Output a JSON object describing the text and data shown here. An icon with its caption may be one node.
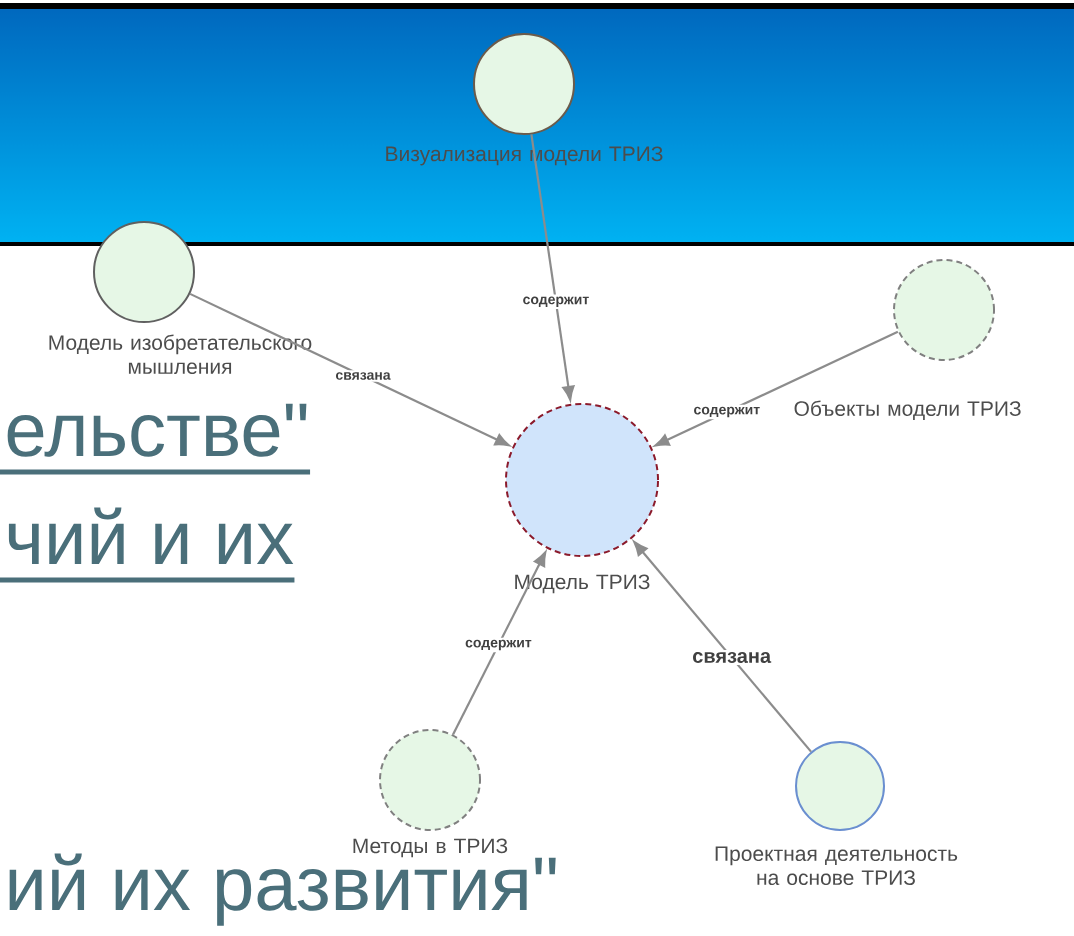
{
  "diagram": {
    "nodes": [
      {
        "text": [
          "Визуализация модели ТРИЗ"
        ]
      },
      {
        "text": [
          "Объекты модели ТРИЗ"
        ]
      },
      {
        "text": [
          "Модель изобретательского мышления"
        ]
      },
      {
        "text": [
          "Модель ТРИЗ"
        ]
      },
      {
        "text": [
          "Проектная деятельность на основе ТРИЗ"
        ]
      },
      {
        "text": [
          "Методы в ТРИЗ"
        ]
      }
    ],
    "edges": [
      {
        "from": 0,
        "to": 3,
        "arrow": "to",
        "label": "содержит"
      },
      {
        "from": 1,
        "to": 3,
        "arrow": "to",
        "label": "содержит"
      },
      {
        "from": 2,
        "to": 3,
        "arrow": "to",
        "label": "связана"
      },
      {
        "from": 4,
        "to": 3,
        "arrow": "to",
        "label": "связана"
      },
      {
        "from": 5,
        "to": 3,
        "arrow": "to",
        "label": "содержит"
      }
    ],
    "labels": [
      "ельстве\"",
      "чий и их",
      "ий их развития\""
    ]
  }
}
